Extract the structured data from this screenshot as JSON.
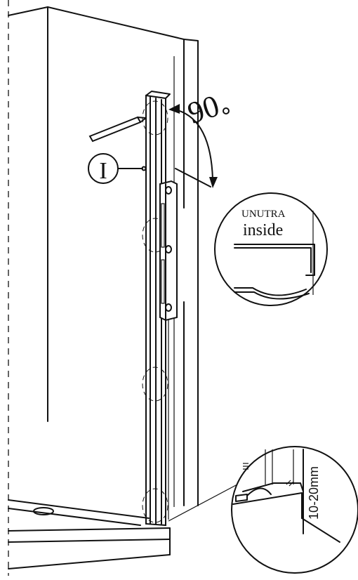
{
  "labels": {
    "step_marker": "I",
    "angle_value": "90",
    "detail_brand": "UNUTRA",
    "detail_side": "inside",
    "gap_measure": "10-20mm"
  }
}
